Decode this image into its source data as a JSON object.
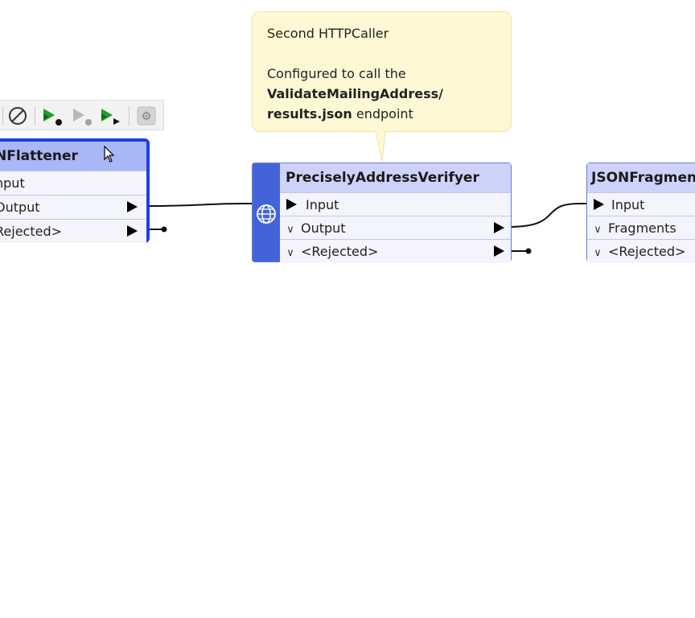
{
  "toolbar": {
    "buttons": [
      "disable-icon",
      "run-to-this-icon",
      "run-from-this-icon",
      "run-just-this-icon",
      "inspect-cache-icon"
    ]
  },
  "annotation": {
    "title": "Second HTTPCaller",
    "line1": "Configured to call the",
    "line2_bold": "ValidateMailingAddress/",
    "line3_bold": "results.json",
    "line3_rest": " endpoint"
  },
  "nodes": {
    "json_flattener": {
      "title": "NFlattener",
      "input": "nput",
      "output": "Output",
      "rejected": "Rejected>"
    },
    "address_verifyer": {
      "title": "PreciselyAddressVerifyer",
      "input": "Input",
      "output": "Output",
      "rejected": "<Rejected>",
      "icon": "globe-icon"
    },
    "json_fragmenter": {
      "title": "JSONFragmente",
      "input": "Input",
      "fragments": "Fragments",
      "rejected": "<Rejected>"
    }
  },
  "colors": {
    "selected_border": "#1f3ee8",
    "node_header": "#cdd3f8",
    "node_accent": "#4563d8",
    "annotation_bg": "#fff8d5",
    "run_green": "#1f9c2e"
  }
}
